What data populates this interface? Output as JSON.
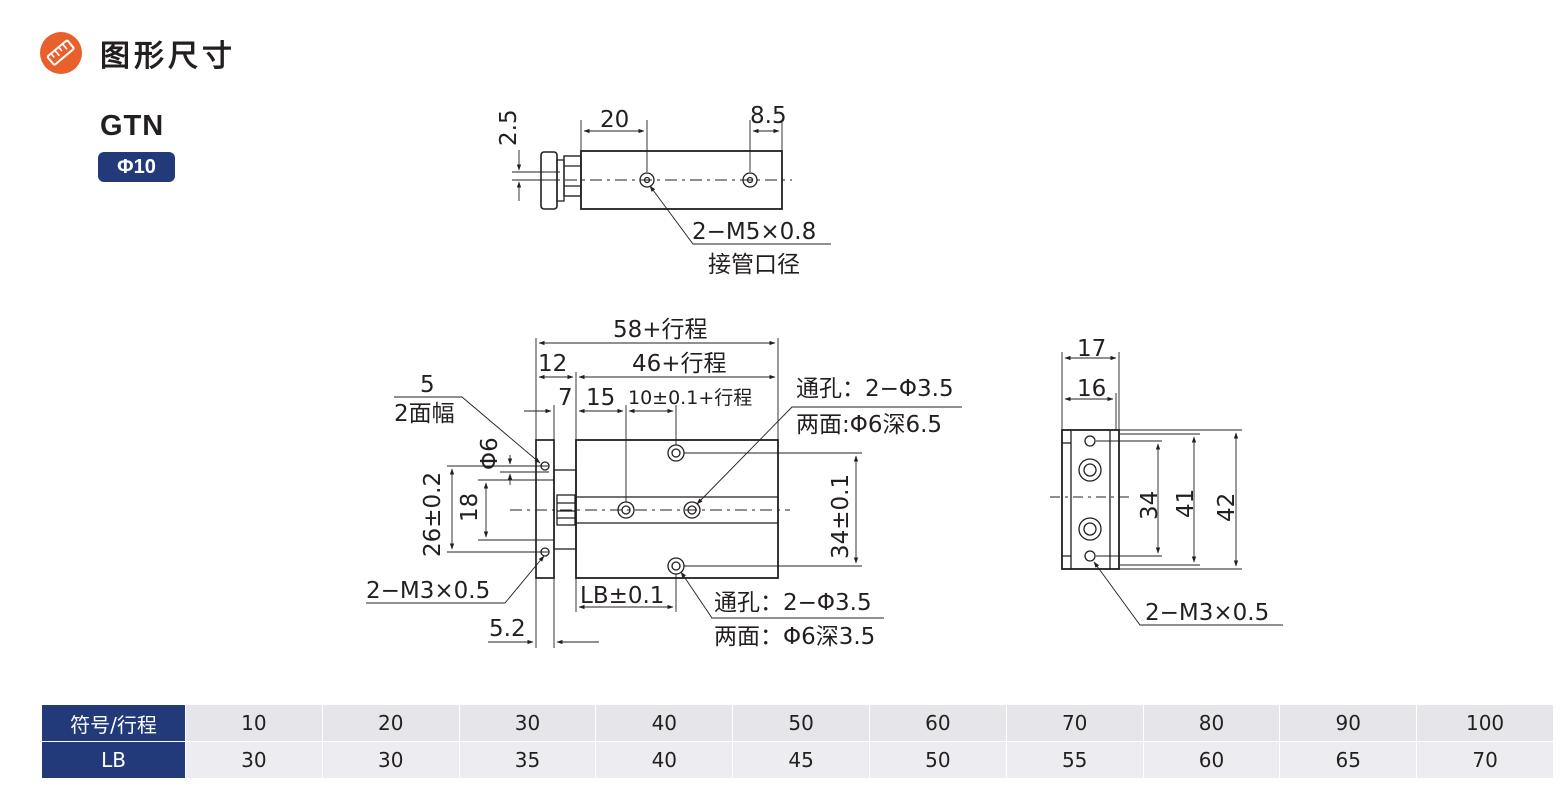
{
  "header": {
    "title": "图形尺寸",
    "icon": "ruler-pencil-icon",
    "accent_color": "#e8602c"
  },
  "model": {
    "name": "GTN",
    "bore": "Φ10",
    "badge_color": "#22397a"
  },
  "top_view": {
    "dim_2_5": "2.5",
    "dim_20": "20",
    "dim_8_5": "8.5",
    "port_thread": "2−M5×0.8",
    "port_label": "接管口径"
  },
  "front_view": {
    "dim_58": "58+行程",
    "dim_46": "46+行程",
    "dim_12": "12",
    "dim_7": "7",
    "dim_15": "15",
    "dim_10": "10±0.1+行程",
    "dim_5": "5",
    "dim_5_note": "2面幅",
    "dim_phi6": "Φ6",
    "dim_26": "26±0.2",
    "dim_18": "18",
    "dim_34": "34±0.1",
    "thread_m3": "2−M3×0.5",
    "dim_lb": "LB±0.1",
    "dim_5_2": "5.2",
    "hole_top_1": "通孔：2−Φ3.5",
    "hole_top_2": "两面:Φ6深6.5",
    "hole_bottom_1": "通孔：2−Φ3.5",
    "hole_bottom_2": "两面：Φ6深3.5"
  },
  "side_view": {
    "dim_17": "17",
    "dim_16": "16",
    "dim_34": "34",
    "dim_41": "41",
    "dim_42": "42",
    "thread_m3": "2−M3×0.5"
  },
  "table": {
    "row1_label": "符号/行程",
    "row2_label": "LB",
    "strokes": [
      "10",
      "20",
      "30",
      "40",
      "50",
      "60",
      "70",
      "80",
      "90",
      "100"
    ],
    "lb": [
      "30",
      "30",
      "35",
      "40",
      "45",
      "50",
      "55",
      "60",
      "65",
      "70"
    ]
  }
}
